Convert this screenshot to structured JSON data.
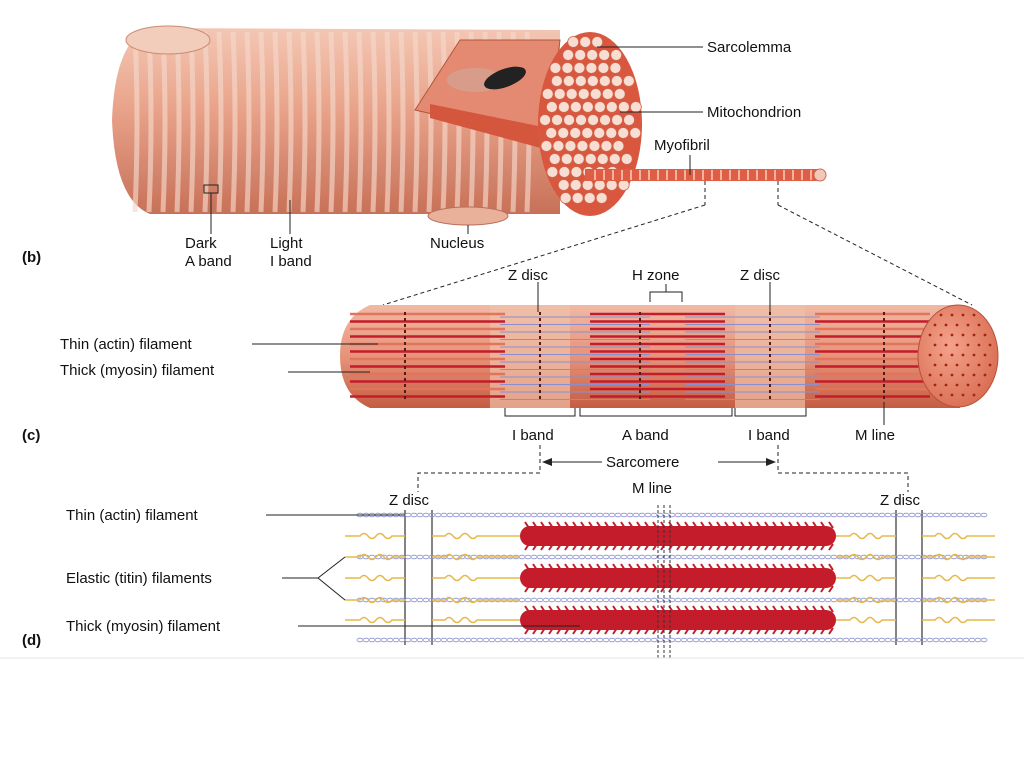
{
  "panel_b": {
    "panel_label": "(b)",
    "labels": {
      "sarcolemma": "Sarcolemma",
      "mitochondrion": "Mitochondrion",
      "myofibril": "Myofibril",
      "dark_a_band_1": "Dark",
      "dark_a_band_2": "A band",
      "light_i_band_1": "Light",
      "light_i_band_2": "I band",
      "nucleus": "Nucleus"
    }
  },
  "panel_c": {
    "panel_label": "(c)",
    "labels": {
      "z_disc_left": "Z disc",
      "h_zone": "H zone",
      "z_disc_right": "Z disc",
      "thin_filament": "Thin (actin) filament",
      "thick_filament": "Thick (myosin) filament",
      "i_band_left": "I band",
      "a_band": "A band",
      "i_band_right": "I band",
      "m_line": "M line",
      "sarcomere": "Sarcomere"
    }
  },
  "panel_d": {
    "panel_label": "(d)",
    "labels": {
      "z_disc_left": "Z disc",
      "m_line": "M line",
      "z_disc_right": "Z disc",
      "thin_filament": "Thin (actin) filament",
      "elastic_filaments": "Elastic (titin) filaments",
      "thick_filament": "Thick (myosin) filament"
    }
  },
  "colors": {
    "muscle_pink": "#e8a58c",
    "muscle_dark": "#c9573a",
    "filament_red": "#c41c2a",
    "thin_blue": "#8a8fcf",
    "titin_yellow": "#e6b84a"
  }
}
